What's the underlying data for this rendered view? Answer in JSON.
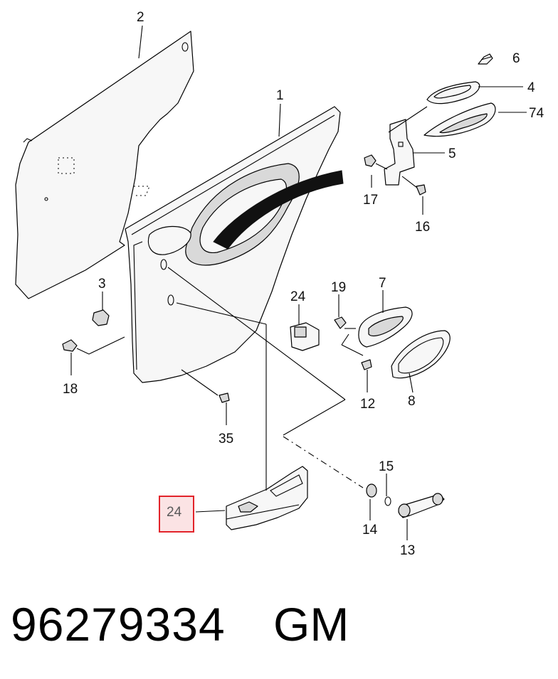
{
  "diagram": {
    "callouts": [
      {
        "id": "c2",
        "label": "2"
      },
      {
        "id": "c1",
        "label": "1"
      },
      {
        "id": "c6",
        "label": "6"
      },
      {
        "id": "c4",
        "label": "4"
      },
      {
        "id": "c74",
        "label": "74"
      },
      {
        "id": "c5",
        "label": "5"
      },
      {
        "id": "c17",
        "label": "17"
      },
      {
        "id": "c16",
        "label": "16"
      },
      {
        "id": "c3",
        "label": "3"
      },
      {
        "id": "c24a",
        "label": "24"
      },
      {
        "id": "c19",
        "label": "19"
      },
      {
        "id": "c7",
        "label": "7"
      },
      {
        "id": "c18",
        "label": "18"
      },
      {
        "id": "c12",
        "label": "12"
      },
      {
        "id": "c8",
        "label": "8"
      },
      {
        "id": "c35",
        "label": "35"
      },
      {
        "id": "c15",
        "label": "15"
      },
      {
        "id": "c14",
        "label": "14"
      },
      {
        "id": "c13",
        "label": "13"
      }
    ],
    "highlighted_callout": "24",
    "highlight_color": "#e2232a"
  },
  "footer": {
    "part_number": "96279334",
    "brand": "GM"
  }
}
